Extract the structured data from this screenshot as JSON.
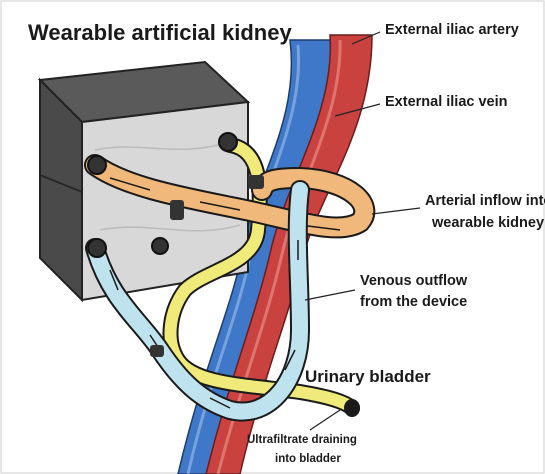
{
  "title": "Wearable artificial kidney",
  "labels": {
    "artery": "External iliac artery",
    "vein": "External iliac vein",
    "arterial_inflow_l1": "Arterial inflow into",
    "arterial_inflow_l2": "wearable kidney",
    "venous_outflow_l1": "Venous outflow",
    "venous_outflow_l2": "from the device",
    "bladder": "Urinary bladder",
    "ultrafiltrate_l1": "Ultrafiltrate draining",
    "ultrafiltrate_l2": "into bladder"
  },
  "colors": {
    "artery": "#c9423f",
    "vein": "#3f78c9",
    "arterial_tube": "#f0b87a",
    "venous_tube": "#bfe3ee",
    "ultrafiltrate_tube": "#f0ea7a",
    "device": "#d8d8d8"
  }
}
